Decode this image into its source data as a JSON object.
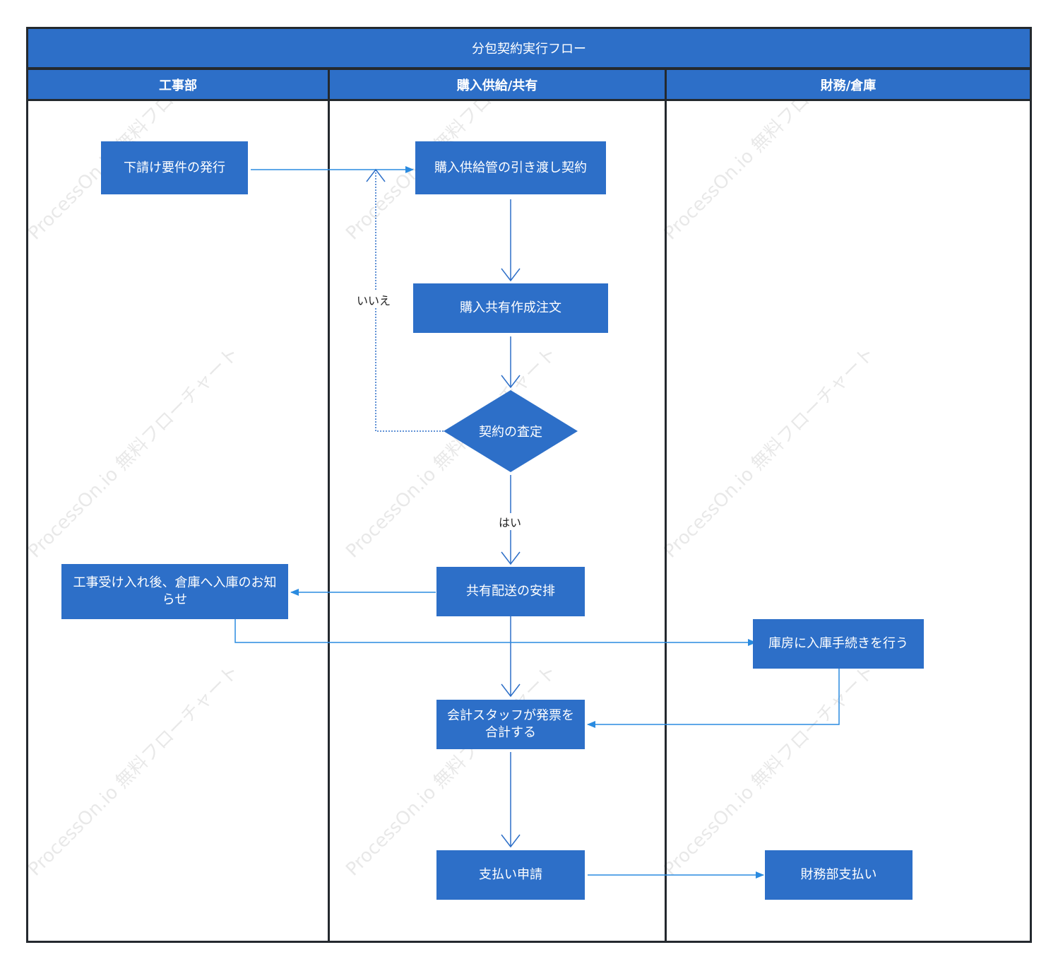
{
  "diagram": {
    "title": "分包契約実行フロー",
    "lanes": [
      {
        "id": "lane-1",
        "label": "工事部"
      },
      {
        "id": "lane-2",
        "label": "購入供給/共有"
      },
      {
        "id": "lane-3",
        "label": "財務/倉庫"
      }
    ],
    "nodes": {
      "n1": "下請け要件の発行",
      "n2": "購入供給管の引き渡し契約",
      "n3": "購入共有作成注文",
      "n4": "契約の査定",
      "n5": "共有配送の安排",
      "n6": "工事受け入れ後、倉庫へ入庫のお知らせ",
      "n7": "庫房に入庫手続きを行う",
      "n8": "会計スタッフが発票を合計する",
      "n9": "支払い申請",
      "n10": "財務部支払い"
    },
    "edge_labels": {
      "no": "いいえ",
      "yes": "はい"
    },
    "watermark": "ProcessOn.io 無料フローチャート"
  },
  "colors": {
    "node_fill": "#2d6fc8",
    "edge": "#2a8be0",
    "border": "#24292e",
    "text": "#ffffff"
  }
}
